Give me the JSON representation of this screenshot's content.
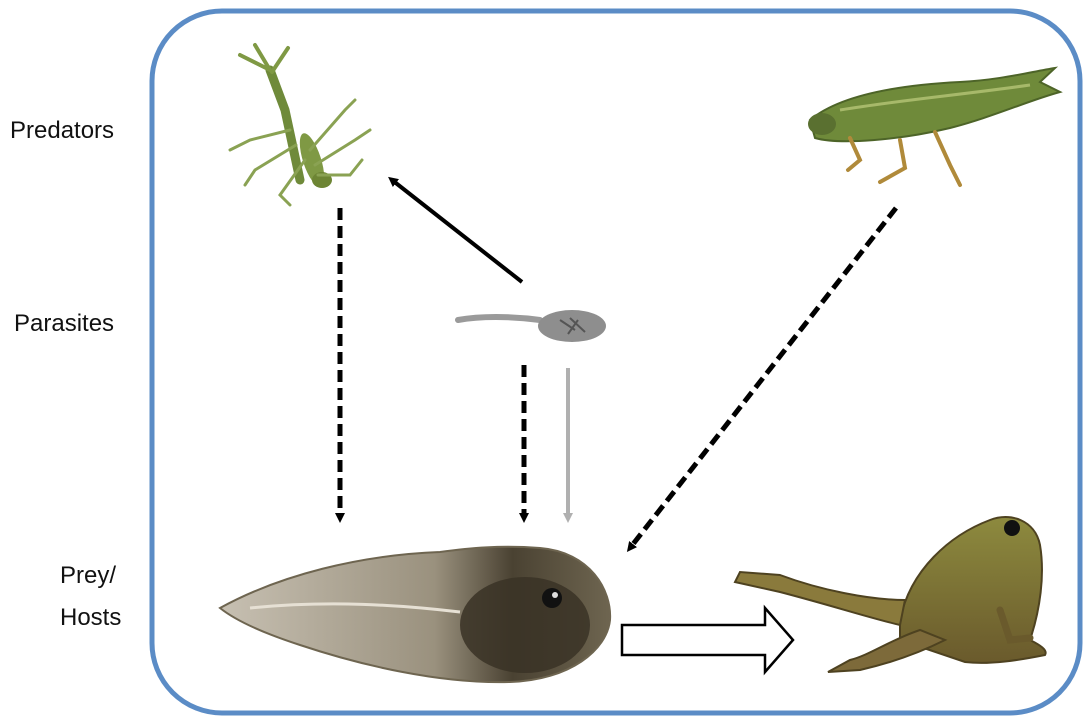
{
  "labels": {
    "predators": "Predators",
    "parasites": "Parasites",
    "prey_line1": "Prey/",
    "prey_line2": "Hosts"
  },
  "colors": {
    "frame": "#5b8cc6",
    "arrow": "#000000",
    "arrow_gray": "#b0b0b0",
    "organism_green": "#6f8a3a",
    "tadpole_brown": "#8a7f6a",
    "frog_brown": "#7d6a3a"
  },
  "organisms": [
    {
      "id": "damselfly-nymph",
      "role": "predator"
    },
    {
      "id": "dragonfly-nymph",
      "role": "predator"
    },
    {
      "id": "cercaria-parasite",
      "role": "parasite"
    },
    {
      "id": "tadpole",
      "role": "prey-host"
    },
    {
      "id": "adult-frog",
      "role": "metamorph"
    }
  ]
}
